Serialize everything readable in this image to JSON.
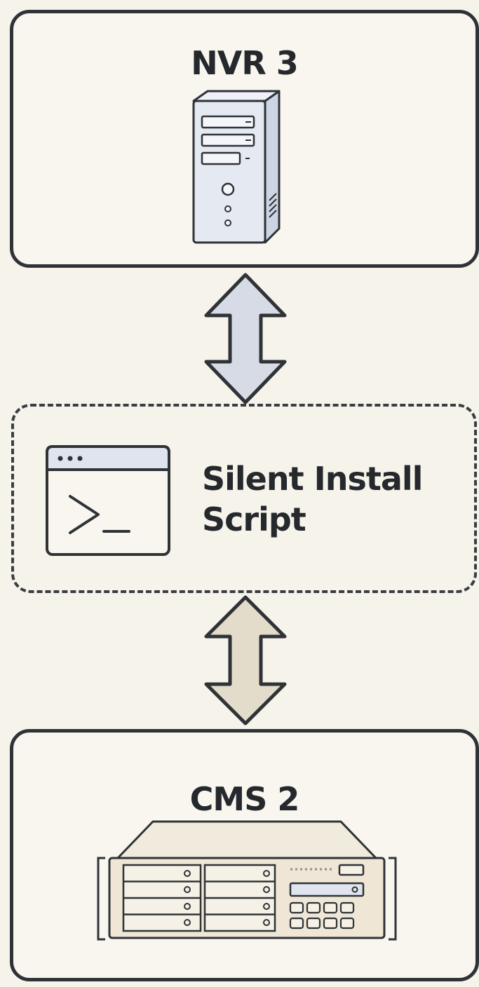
{
  "nodes": {
    "nvr": {
      "title": "NVR 3",
      "icon": "tower-server-icon"
    },
    "script": {
      "line1": "Silent Install",
      "line2": "Script",
      "icon": "terminal-window-icon"
    },
    "cms": {
      "title": "CMS 2",
      "icon": "rack-server-icon"
    }
  },
  "connections": [
    {
      "from": "NVR 3",
      "to": "Silent Install Script",
      "direction": "bidirectional",
      "fill": "#d7dbe6"
    },
    {
      "from": "Silent Install Script",
      "to": "CMS 2",
      "direction": "bidirectional",
      "fill": "#e3dccb"
    }
  ],
  "colors": {
    "background": "#f6f3eb",
    "stroke": "#2f3337",
    "server_face": "#e4e9f2",
    "rack_face": "#efe6d6"
  }
}
